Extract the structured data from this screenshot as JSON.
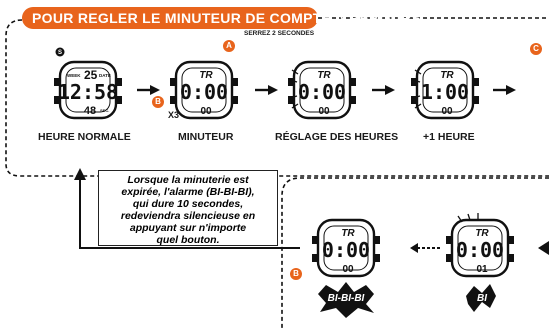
{
  "header": {
    "title": "POUR REGLER LE MINUTEUR DE COMPTE A REBOURS"
  },
  "top_hint": "SERREZ 2 SECONDES",
  "steps": [
    {
      "label": "HEURE NORMALE"
    },
    {
      "label": "MINUTEUR"
    },
    {
      "label": "RÉGLAGE DES HEURES"
    },
    {
      "label": "+1 HEURE"
    }
  ],
  "press_count": "X3",
  "buttons": {
    "a": "A",
    "b": "B",
    "c": "C"
  },
  "note_lines": [
    "Lorsque la minuterie est",
    "expirée, l'alarme (BI-BI-BI),",
    "qui dure 10 secondes,",
    "redeviendra silencieuse en",
    "appuyant sur n'importe",
    "quel bouton."
  ],
  "beeps": {
    "long": "BI-BI-BI",
    "short": "BI"
  },
  "watches": {
    "normal": {
      "top_left": "WEEK",
      "top_num": "25",
      "top_right": "DATE",
      "main": "12:58",
      "bottom": "48",
      "bottom_label": "SEC."
    },
    "timer": {
      "top": "TR",
      "main": "0:00",
      "bottom": "00"
    },
    "set_hours": {
      "top": "TR",
      "main": "0:00",
      "bottom": "00"
    },
    "plus_hour": {
      "top": "TR",
      "main": "1:00",
      "bottom": "00"
    },
    "expired": {
      "top": "TR",
      "main": "0:00",
      "bottom": "00"
    },
    "countdown": {
      "top": "TR",
      "main": "0:00",
      "bottom": "01"
    }
  },
  "colors": {
    "accent": "#e8641c",
    "ink": "#1a1a1a"
  }
}
